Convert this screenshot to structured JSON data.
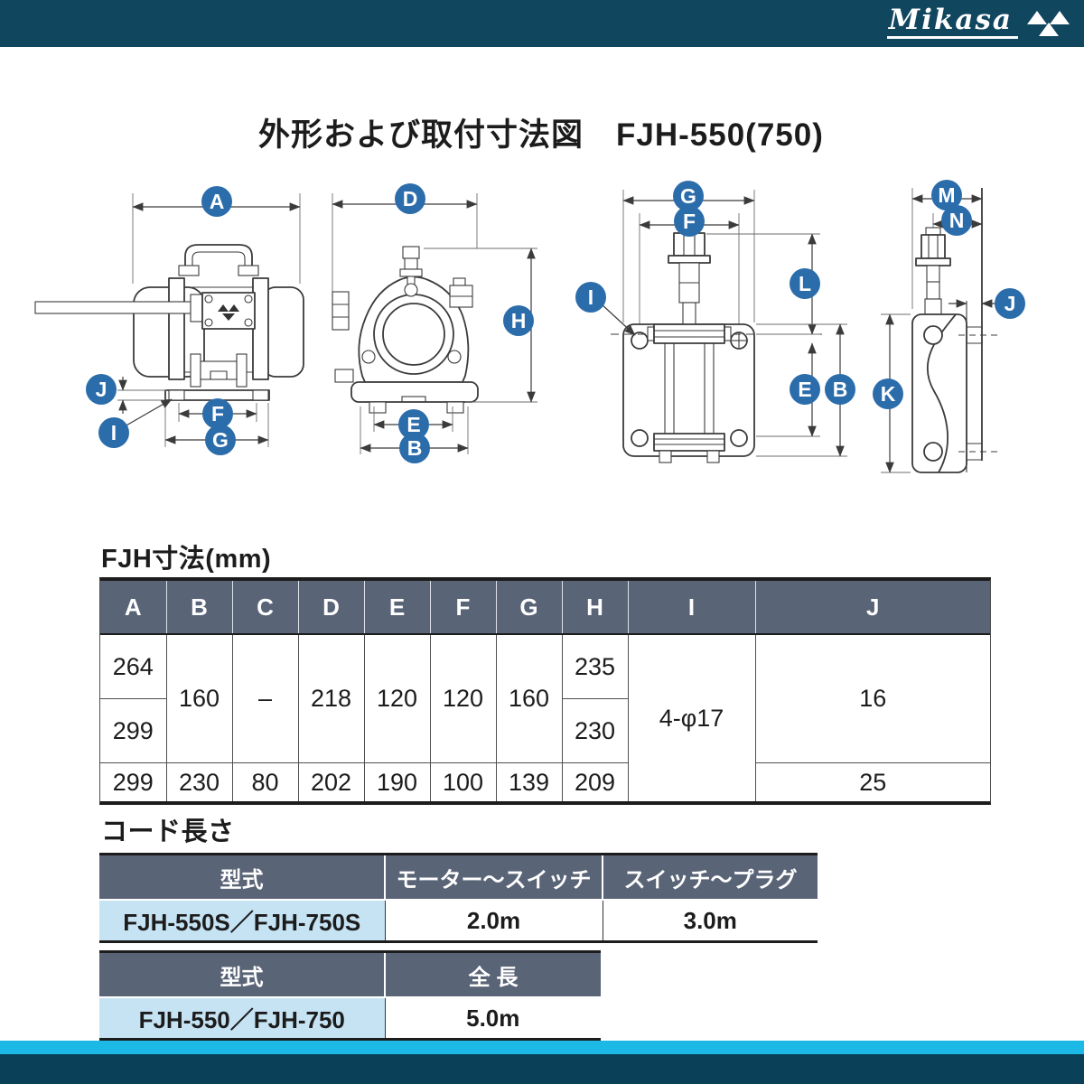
{
  "brand": {
    "name": "Mikasa"
  },
  "page_title": "外形および取付寸法図　FJH-550(750)",
  "dim_section": {
    "heading": "FJH寸法(mm)",
    "columns": [
      "A",
      "B",
      "C",
      "D",
      "E",
      "F",
      "G",
      "H",
      "I",
      "J"
    ],
    "cells": {
      "a1": "264",
      "a2": "299",
      "a3": "299",
      "b12": "160",
      "b3": "230",
      "c12": "–",
      "c3": "80",
      "d12": "218",
      "d3": "202",
      "e12": "120",
      "e3": "190",
      "f12": "120",
      "f3": "100",
      "g12": "160",
      "g3": "139",
      "h1": "235",
      "h2": "230",
      "h3": "209",
      "i123": "4-φ17",
      "j12": "16",
      "j3": "25"
    }
  },
  "cord_section": {
    "heading": "コード長さ",
    "table1": {
      "headers": [
        "型式",
        "モーター～スイッチ",
        "スイッチ～プラグ"
      ],
      "row": [
        "FJH-550S／FJH-750S",
        "2.0m",
        "3.0m"
      ]
    },
    "table2": {
      "headers": [
        "型式",
        "全 長"
      ],
      "row": [
        "FJH-550／FJH-750",
        "5.0m"
      ]
    }
  },
  "diagrams": {
    "side_view": {
      "labels": {
        "a": "A",
        "j": "J",
        "f": "F",
        "g": "G",
        "i": "I"
      }
    },
    "front_view": {
      "labels": {
        "d": "D",
        "h": "H",
        "e": "E",
        "b": "B"
      }
    },
    "plate_top_view": {
      "labels": {
        "g": "G",
        "f": "F",
        "i": "I",
        "l": "L",
        "e": "E",
        "b": "B"
      }
    },
    "plate_side_view": {
      "labels": {
        "m": "M",
        "n": "N",
        "j": "J",
        "k": "K"
      }
    }
  }
}
